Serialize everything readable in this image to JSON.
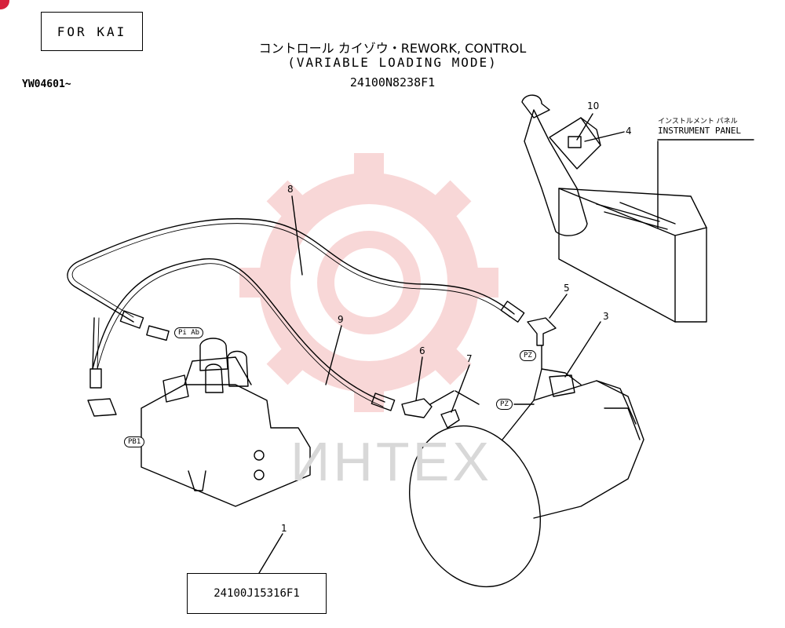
{
  "header": {
    "box_label": "FOR KAI",
    "title_line1": "コントロール カイゾウ・REWORK, CONTROL",
    "title_line2": "(VARIABLE LOADING MODE)",
    "title_line3": "24100N8238F1",
    "serial": "YW04601~"
  },
  "panel": {
    "label_jp": "インストルメント パネル",
    "label_en": "INSTRUMENT PANEL"
  },
  "part_number_box": "24100J15316F1",
  "callouts": {
    "c1": "1",
    "c3": "3",
    "c4": "4",
    "c5": "5",
    "c6": "6",
    "c7": "7",
    "c8": "8",
    "c9": "9",
    "c10": "10"
  },
  "ports": {
    "pi_ab": "Pi Ab",
    "pz1": "PZ",
    "pz2": "PZ",
    "pb1": "PB1"
  },
  "watermark": "ИНТЕХ",
  "colors": {
    "watermark_gear": "#f4b8b8",
    "corner_mark": "#d6213c"
  }
}
